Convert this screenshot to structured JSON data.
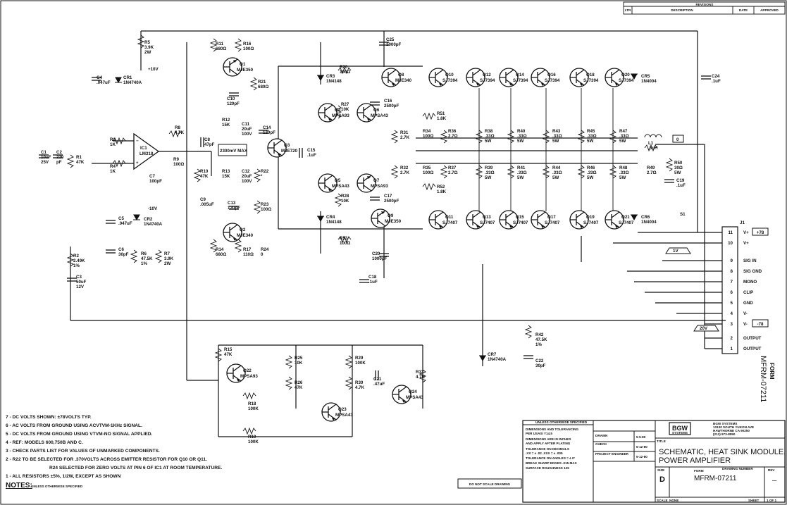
{
  "revisions": {
    "title": "REVISIONS",
    "cols": [
      "LTR",
      "DESCRIPTION",
      "DATE",
      "APPROVED"
    ]
  },
  "connector": {
    "ref": "J1",
    "pins": [
      {
        "num": "11",
        "label": "V+",
        "badge": "+78"
      },
      {
        "num": "10",
        "label": "V+",
        "badge": ""
      },
      {
        "num": "9",
        "label": "SIG IN",
        "badge": ""
      },
      {
        "num": "8",
        "label": "SIG GND",
        "badge": ""
      },
      {
        "num": "7",
        "label": "MONO",
        "badge": ""
      },
      {
        "num": "6",
        "label": "CLIP",
        "badge": ""
      },
      {
        "num": "5",
        "label": "GND",
        "badge": ""
      },
      {
        "num": "4",
        "label": "V-",
        "badge": ""
      },
      {
        "num": "3",
        "label": "V-",
        "badge": "-78"
      },
      {
        "num": "2",
        "label": "OUTPUT",
        "badge": ""
      },
      {
        "num": "1",
        "label": "OUTPUT",
        "badge": ""
      }
    ]
  },
  "markers": {
    "v1": "1V",
    "v20": "20V",
    "out_zero": "0",
    "pos10": "+10V",
    "neg10": "-10V",
    "limit": "2300mV MAX",
    "s1": "S1"
  },
  "ic": {
    "ref": "IC1",
    "part": "LM318"
  },
  "transistors": [
    {
      "r": "Q1",
      "p": "MJE350"
    },
    {
      "r": "Q2",
      "p": "MJE340"
    },
    {
      "r": "Q3",
      "p": "MJE720"
    },
    {
      "r": "Q4",
      "p": "MPSA93"
    },
    {
      "r": "Q5",
      "p": "MPSA43"
    },
    {
      "r": "Q6",
      "p": "MPSA43"
    },
    {
      "r": "Q7",
      "p": "MPSA93"
    },
    {
      "r": "Q8",
      "p": "MJE340"
    },
    {
      "r": "Q9",
      "p": "MJE350"
    },
    {
      "r": "Q10",
      "p": "SJ7394"
    },
    {
      "r": "Q12",
      "p": "SJ7394"
    },
    {
      "r": "Q14",
      "p": "SJ7394"
    },
    {
      "r": "Q16",
      "p": "SJ7394"
    },
    {
      "r": "Q18",
      "p": "SJ7394"
    },
    {
      "r": "Q20",
      "p": "SJ7394"
    },
    {
      "r": "Q11",
      "p": "SJ7407"
    },
    {
      "r": "Q13",
      "p": "SJ7407"
    },
    {
      "r": "Q15",
      "p": "SJ7407"
    },
    {
      "r": "Q17",
      "p": "SJ7407"
    },
    {
      "r": "Q19",
      "p": "SJ7407"
    },
    {
      "r": "Q21",
      "p": "SJ7407"
    },
    {
      "r": "Q22",
      "p": "MPSA93"
    },
    {
      "r": "Q23",
      "p": "MPSA43"
    },
    {
      "r": "Q24",
      "p": "MPSA43"
    }
  ],
  "components": [
    {
      "r": "R5",
      "v": "3.9K 2W"
    },
    {
      "r": "C4",
      "v": ".047uF"
    },
    {
      "r": "CR1",
      "v": "1N4740A"
    },
    {
      "r": "R11",
      "v": "680Ω"
    },
    {
      "r": "R16",
      "v": "100Ω"
    },
    {
      "r": "C10",
      "v": "120pF"
    },
    {
      "r": "R21",
      "v": "680Ω"
    },
    {
      "r": "R12",
      "v": "15K"
    },
    {
      "r": "C11",
      "v": "20uF 100V"
    },
    {
      "r": "C14",
      "v": "120pF"
    },
    {
      "r": "R13",
      "v": "15K"
    },
    {
      "r": "C12",
      "v": "20uF 100V"
    },
    {
      "r": "R22",
      "v": "*"
    },
    {
      "r": "C13",
      "v": "120pF"
    },
    {
      "r": "R23",
      "v": "100Ω"
    },
    {
      "r": "R14",
      "v": "680Ω"
    },
    {
      "r": "R17",
      "v": "110Ω"
    },
    {
      "r": "R24",
      "v": "0"
    },
    {
      "r": "R8",
      "v": "4.7K"
    },
    {
      "r": "C8",
      "v": "47pF"
    },
    {
      "r": "R9",
      "v": "100Ω"
    },
    {
      "r": "R10",
      "v": "47K"
    },
    {
      "r": "C9",
      "v": ".005uF"
    },
    {
      "r": "R3",
      "v": "1K"
    },
    {
      "r": "R4",
      "v": "1K"
    },
    {
      "r": "C7",
      "v": "100pF"
    },
    {
      "r": "C1",
      "v": "10uF 25V"
    },
    {
      "r": "C2",
      "v": "220 pF"
    },
    {
      "r": "R1",
      "v": "47K"
    },
    {
      "r": "C5",
      "v": ".047uF"
    },
    {
      "r": "CR2",
      "v": "1N4740A"
    },
    {
      "r": "R2",
      "v": "2.49K 1%"
    },
    {
      "r": "C3",
      "v": "50uF 12V"
    },
    {
      "r": "C6",
      "v": "30pF"
    },
    {
      "r": "R6",
      "v": "47.5K 1%"
    },
    {
      "r": "R7",
      "v": "3.9K 2W"
    },
    {
      "r": "C25",
      "v": "1000pF"
    },
    {
      "r": "CR3",
      "v": "1N4148"
    },
    {
      "r": "R20",
      "v": "100Ω"
    },
    {
      "r": "R27",
      "v": "10K"
    },
    {
      "r": "C16",
      "v": "2500pF"
    },
    {
      "r": "R31",
      "v": "2.7K"
    },
    {
      "r": "C15",
      "v": ".1uF"
    },
    {
      "r": "R32",
      "v": "2.7K"
    },
    {
      "r": "R28",
      "v": "10K"
    },
    {
      "r": "C17",
      "v": "2500pF"
    },
    {
      "r": "CR4",
      "v": "1N4148"
    },
    {
      "r": "R53",
      "v": "100Ω"
    },
    {
      "r": "C20",
      "v": "1000pF"
    },
    {
      "r": "R51",
      "v": "1.8K"
    },
    {
      "r": "R52",
      "v": "1.8K"
    },
    {
      "r": "R34",
      "v": "100Ω"
    },
    {
      "r": "R36",
      "v": "2.7Ω"
    },
    {
      "r": "R35",
      "v": "100Ω"
    },
    {
      "r": "R37",
      "v": "2.7Ω"
    },
    {
      "r": "R38",
      "v": ".33Ω 5W"
    },
    {
      "r": "R39",
      "v": ".33Ω 5W"
    },
    {
      "r": "R40",
      "v": ".33Ω 5W"
    },
    {
      "r": "R41",
      "v": ".33Ω 5W"
    },
    {
      "r": "R43",
      "v": ".33Ω 5W"
    },
    {
      "r": "R44",
      "v": ".33Ω 5W"
    },
    {
      "r": "R45",
      "v": ".33Ω 5W"
    },
    {
      "r": "R46",
      "v": ".33Ω 5W"
    },
    {
      "r": "R47",
      "v": ".33Ω 5W"
    },
    {
      "r": "R48",
      "v": ".33Ω 5W"
    },
    {
      "r": "CR5",
      "v": "1N4004"
    },
    {
      "r": "CR6",
      "v": "1N4004"
    },
    {
      "r": "C24",
      "v": ".1uF"
    },
    {
      "r": "L1",
      "v": ".5uH"
    },
    {
      "r": "R49",
      "v": "2.7Ω"
    },
    {
      "r": "R50",
      "v": "30Ω 5W"
    },
    {
      "r": "C19",
      "v": ".1uF"
    },
    {
      "r": "C18",
      "v": ".1uF"
    },
    {
      "r": "CR7",
      "v": "1N4740A"
    },
    {
      "r": "R42",
      "v": "47.5K 1%"
    },
    {
      "r": "C22",
      "v": "30pF"
    },
    {
      "r": "R15",
      "v": "47K"
    },
    {
      "r": "R18",
      "v": "100K"
    },
    {
      "r": "R19",
      "v": "100K"
    },
    {
      "r": "R25",
      "v": "10K"
    },
    {
      "r": "R26",
      "v": "47K"
    },
    {
      "r": "R29",
      "v": "100K"
    },
    {
      "r": "R30",
      "v": "4.7K"
    },
    {
      "r": "C21",
      "v": ".47uF"
    },
    {
      "r": "R33",
      "v": "4.7K"
    }
  ],
  "notes": {
    "items": [
      "7 - DC VOLTS SHOWN: ±78VOLTS TYP.",
      "6 - AC VOLTS FROM GROUND USING ACVTVM-1KHz SIGNAL.",
      "5 - DC VOLTS FROM GROUND USING VTVM-NO SIGNAL APPLIED.",
      "4 - REF: MODELS 600,750B AND C.",
      "3 - CHECK PARTS LIST FOR VALUES OF UNMARKED COMPONENTS.",
      "2 - R22 TO BE SELECTED FOR .370VOLTS ACROSS EMITTER RESISTOR FOR Q10 OR Q11.",
      "R24 SELECTED FOR ZERO VOLTS AT PIN 6 OF IC1 AT ROOM TEMPERATURE.",
      "1 - ALL RESISTORS ±5%, 1/2W, EXCEPT AS SHOWN"
    ],
    "heading": "NOTES:",
    "sub": "UNLESS OTHERWISE SPECIFIED"
  },
  "title_block": {
    "spec_heading": "UNLESS OTHERWISE SPECIFIED",
    "spec_lines": [
      "DIMENSIONS AND TOLERANCING",
      "PER USASI Y14.5",
      "DIMENSIONS ARE IN INCHES",
      "AND APPLY AFTER PLATING",
      "TOLERANCE ON DECIMALS",
      ".XX = ± .02  .XXX = ± .005",
      "TOLERANCE ON ANGLES = ± 0°",
      "BREAK SHARP EDGES .015 MAX",
      "SURFACE ROUGHNESS 125"
    ],
    "do_not_scale": "DO NOT SCALE DRAWING",
    "drawn": "DRAWN",
    "drawn_date": "5-5-80",
    "check": "CHECK",
    "check_date": "5-12-80",
    "proj": "PROJECT ENGINEER",
    "proj_date": "5-12-80",
    "company": [
      "BGW SYSTEMS",
      "13130 SOUTH YUKON AVE",
      "HAWTHORNE CA 90250",
      "(213) 973-8090"
    ],
    "logo": "BGW",
    "logo_sub": "SYSTEMS",
    "title_label": "TITLE",
    "title": [
      "SCHEMATIC, HEAT SINK MODULE,",
      "POWER AMPLIFIER"
    ],
    "size_label": "SIZE",
    "size": "D",
    "form_label": "FORM",
    "drawing_label": "DRAWING NUMBER",
    "number": "MFRM-07211",
    "rev_label": "REV",
    "rev": "—",
    "scale_label": "SCALE",
    "scale": "NONE",
    "sheet_label": "SHEET",
    "sheet": "1 OF 1",
    "side_form": "FORM",
    "side_number": "MFRM-07211"
  }
}
